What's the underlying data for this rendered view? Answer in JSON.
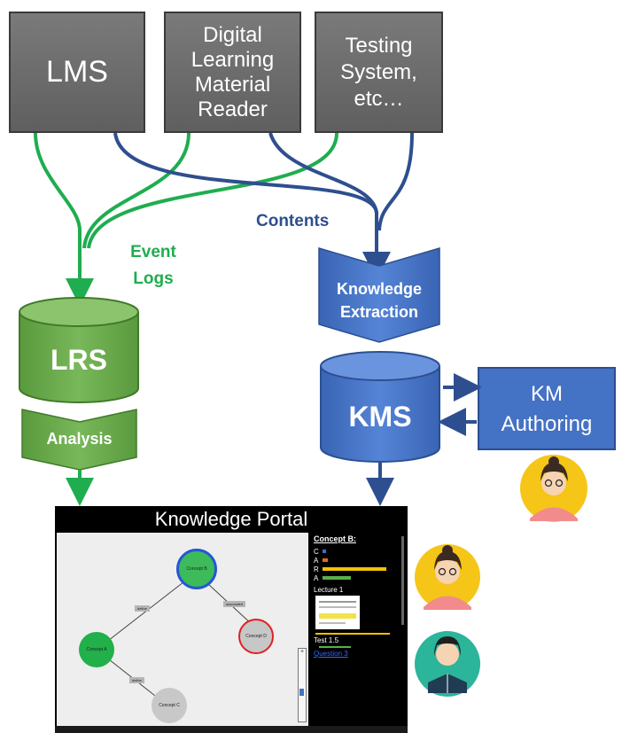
{
  "sources": {
    "lms": "LMS",
    "reader": [
      "Digital",
      "Learning",
      "Material",
      "Reader"
    ],
    "testing": [
      "Testing",
      "System,",
      "etc…"
    ]
  },
  "labels": {
    "contents": "Contents",
    "event_logs": [
      "Event",
      "Logs"
    ]
  },
  "lrs": {
    "label": "LRS",
    "analysis": "Analysis"
  },
  "kms": {
    "label": "KMS",
    "extraction": [
      "Knowledge",
      "Extraction"
    ]
  },
  "km_authoring": [
    "KM",
    "Authoring"
  ],
  "portal": {
    "title": "Knowledge Portal",
    "nodes": {
      "b": "Concept B",
      "a": "Concept A",
      "c": "Concept C",
      "d": "Concept D"
    },
    "edges": {
      "ab": "define",
      "bd": "associated",
      "ac": "define"
    },
    "side": {
      "heading": "Concept B:",
      "bars": [
        {
          "label": "C",
          "value": 0.05,
          "color": "#3b6fd1"
        },
        {
          "label": "A",
          "value": 0.08,
          "color": "#e06a1b"
        },
        {
          "label": "R",
          "value": 1.0,
          "color": "#f2c200"
        },
        {
          "label": "A",
          "value": 0.45,
          "color": "#5ab04a"
        }
      ],
      "lecture": "Lecture 1",
      "test": "Test 1.5",
      "link": "Question 3"
    }
  },
  "colors": {
    "green": "#1fad4f",
    "blue": "#2e4f8f",
    "lrs_green": "#6aa84f",
    "kms_blue": "#4472c4"
  }
}
